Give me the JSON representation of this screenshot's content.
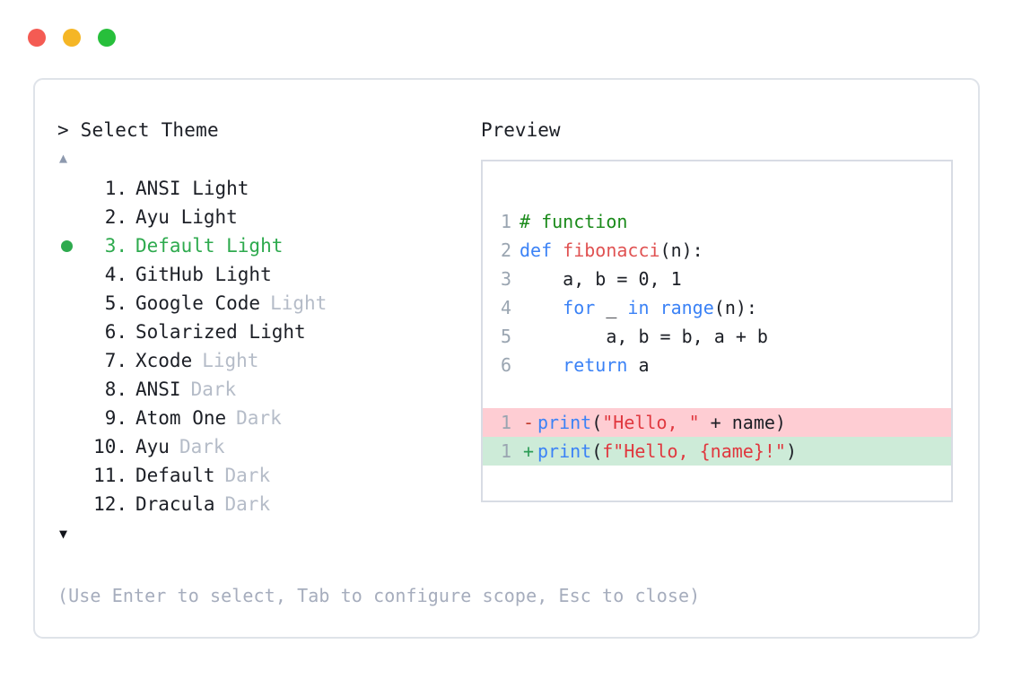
{
  "window": {
    "dots": [
      {
        "name": "close",
        "color": "#f45b53"
      },
      {
        "name": "minimize",
        "color": "#f5b625"
      },
      {
        "name": "maximize",
        "color": "#27bf3b"
      }
    ]
  },
  "selector": {
    "prompt": "> Select Theme",
    "scroll_up_glyph": "▲",
    "scroll_down_glyph": "▼",
    "selected_index": 3,
    "selected_color": "#2eaa4e",
    "bullet_glyph": "●",
    "items": [
      {
        "index": "1.",
        "name": "ANSI Light",
        "variant": "",
        "selected": false
      },
      {
        "index": "2.",
        "name": "Ayu Light",
        "variant": "",
        "selected": false
      },
      {
        "index": "3.",
        "name": "Default Light",
        "variant": "",
        "selected": true
      },
      {
        "index": "4.",
        "name": "GitHub Light",
        "variant": "",
        "selected": false
      },
      {
        "index": "5.",
        "name": "Google Code",
        "variant": "Light",
        "selected": false
      },
      {
        "index": "6.",
        "name": "Solarized Light",
        "variant": "",
        "selected": false
      },
      {
        "index": "7.",
        "name": "Xcode",
        "variant": "Light",
        "selected": false
      },
      {
        "index": "8.",
        "name": "ANSI",
        "variant": "Dark",
        "selected": false
      },
      {
        "index": "9.",
        "name": "Atom One",
        "variant": "Dark",
        "selected": false
      },
      {
        "index": "10.",
        "name": "Ayu",
        "variant": "Dark",
        "selected": false
      },
      {
        "index": "11.",
        "name": "Default",
        "variant": "Dark",
        "selected": false
      },
      {
        "index": "12.",
        "name": "Dracula",
        "variant": "Dark",
        "selected": false
      }
    ],
    "help": "(Use Enter to select, Tab to configure scope, Esc to close)"
  },
  "preview": {
    "label": "Preview",
    "code_lines": [
      {
        "number": "1",
        "tokens": [
          {
            "text": "# function",
            "type": "comment"
          }
        ]
      },
      {
        "number": "2",
        "tokens": [
          {
            "text": "def ",
            "type": "keyword"
          },
          {
            "text": "fibonacci",
            "type": "func"
          },
          {
            "text": "(n):",
            "type": "plain"
          }
        ]
      },
      {
        "number": "3",
        "tokens": [
          {
            "text": "    a, b = 0, 1",
            "type": "plain"
          }
        ]
      },
      {
        "number": "4",
        "tokens": [
          {
            "text": "    ",
            "type": "plain"
          },
          {
            "text": "for",
            "type": "keyword"
          },
          {
            "text": " _ ",
            "type": "plain"
          },
          {
            "text": "in",
            "type": "keyword"
          },
          {
            "text": " ",
            "type": "plain"
          },
          {
            "text": "range",
            "type": "builtin"
          },
          {
            "text": "(n):",
            "type": "plain"
          }
        ]
      },
      {
        "number": "5",
        "tokens": [
          {
            "text": "        a, b = b, a + b",
            "type": "plain"
          }
        ]
      },
      {
        "number": "6",
        "tokens": [
          {
            "text": "    ",
            "type": "plain"
          },
          {
            "text": "return",
            "type": "keyword"
          },
          {
            "text": " a",
            "type": "plain"
          }
        ]
      }
    ],
    "diff_lines": [
      {
        "number": "1",
        "mark": "-",
        "kind": "del",
        "bg": "#fecdd3",
        "tokens": [
          {
            "text": "print",
            "type": "builtin"
          },
          {
            "text": "(",
            "type": "plain"
          },
          {
            "text": "\"Hello, \"",
            "type": "string"
          },
          {
            "text": " + name)",
            "type": "plain"
          }
        ]
      },
      {
        "number": "1",
        "mark": "+",
        "kind": "add",
        "bg": "#cdebd8",
        "tokens": [
          {
            "text": "print",
            "type": "builtin"
          },
          {
            "text": "(",
            "type": "plain"
          },
          {
            "text": "f\"Hello, {name}!\"",
            "type": "string"
          },
          {
            "text": ")",
            "type": "plain"
          }
        ]
      }
    ]
  }
}
